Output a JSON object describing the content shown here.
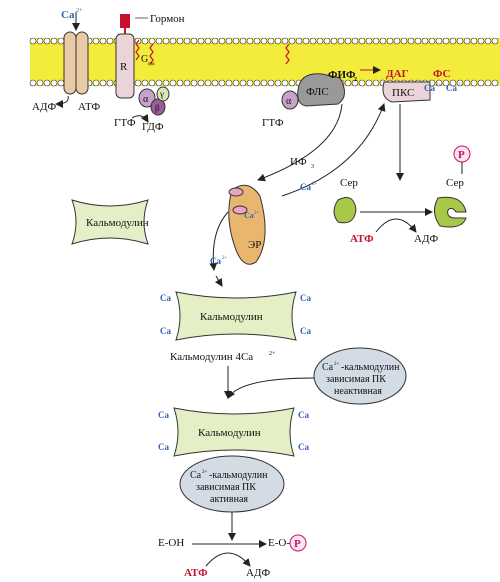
{
  "membrane": {
    "ca_top": "Ca",
    "ca_top_sup": "2+",
    "hormone": "Гормон",
    "receptor": "R",
    "g_protein": "G",
    "g_protein_sub": "qвс",
    "alpha": "α",
    "beta": "β",
    "gamma": "γ",
    "adp_left": "АДФ",
    "atp_left": "АТФ",
    "gtp_left": "ГТФ",
    "gdp_left": "ГДФ",
    "gtp_mid": "ГТФ",
    "alpha_mid": "α",
    "plc": "ФЛС",
    "pip2": "ФИФ",
    "pip2_sub": "2",
    "dag": "ДАГ",
    "ps": "ФС",
    "pkc": "ПКС",
    "ca_pkc_1": "Ca",
    "ca_pkc_2": "Ca",
    "ca_sup": "2+"
  },
  "cytosol": {
    "ip3": "ИФ",
    "ip3_sub": "3",
    "ca_ip3": "Ca",
    "ca_ip3_sup": "2+",
    "er": "ЭР",
    "er_ca": "Ca",
    "er_ca_sup": "2+",
    "ca_release": "Ca",
    "ca_release_sup": "2+",
    "ser_left": "Сер",
    "ser_right": "Сер",
    "phosphate": "Р",
    "atp_right": "АТФ",
    "adp_right": "АДФ"
  },
  "calmodulin": {
    "free_label": "Кальмодулин",
    "bound_label": "Кальмодулин",
    "complex_caption": "Кальмодулин 4Ca",
    "complex_caption_sup": "2+",
    "active_label": "Кальмодулин",
    "ca": "Ca"
  },
  "kinase": {
    "inactive_line1": "Ca",
    "inactive_line1_sup": "2+",
    "inactive_line1_rest": "-кальмодулин",
    "inactive_line2": "зависимая ПК",
    "inactive_line3": "неактивная",
    "active_line1": "Ca",
    "active_line1_sup": "2+",
    "active_line1_rest": "-кальмодулин",
    "active_line2": "зависимая ПК",
    "active_line3": "активная"
  },
  "reaction_bottom": {
    "substrate": "Е-ОН",
    "product": "Е-О-",
    "phosphate": "Р",
    "atp": "АТФ",
    "adp": "АДФ"
  },
  "colors": {
    "membrane": "#f3ec3a",
    "calmodulin": "#e5efc6",
    "kinase": "#d3dce4",
    "er": "#e9b670",
    "protein": "#a8c84a",
    "receptor": "#ead4d8",
    "channel": "#e8caa4"
  }
}
